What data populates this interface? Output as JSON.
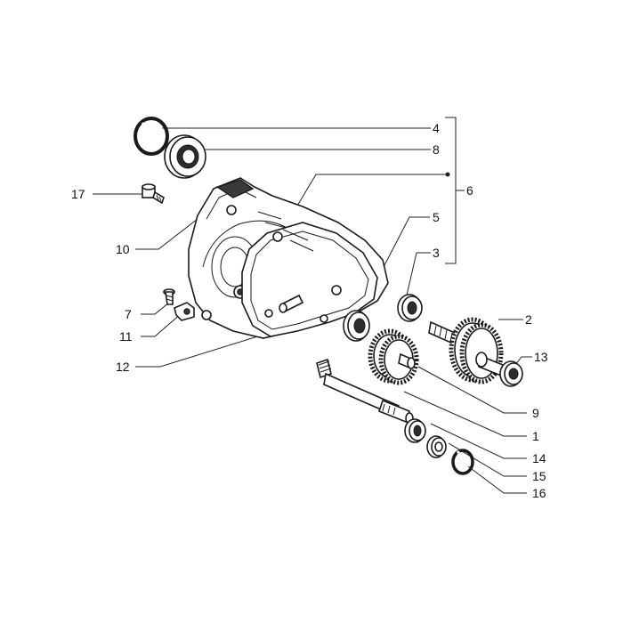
{
  "diagram": {
    "callouts": [
      {
        "id": "c4",
        "label": "4"
      },
      {
        "id": "c8",
        "label": "8"
      },
      {
        "id": "c6",
        "label": "6"
      },
      {
        "id": "c17",
        "label": "17"
      },
      {
        "id": "c10",
        "label": "10"
      },
      {
        "id": "c5",
        "label": "5"
      },
      {
        "id": "c3",
        "label": "3"
      },
      {
        "id": "c7",
        "label": "7"
      },
      {
        "id": "c11",
        "label": "11"
      },
      {
        "id": "c2",
        "label": "2"
      },
      {
        "id": "c13",
        "label": "13"
      },
      {
        "id": "c12",
        "label": "12"
      },
      {
        "id": "c9",
        "label": "9"
      },
      {
        "id": "c1",
        "label": "1"
      },
      {
        "id": "c14",
        "label": "14"
      },
      {
        "id": "c15",
        "label": "15"
      },
      {
        "id": "c16",
        "label": "16"
      }
    ]
  }
}
